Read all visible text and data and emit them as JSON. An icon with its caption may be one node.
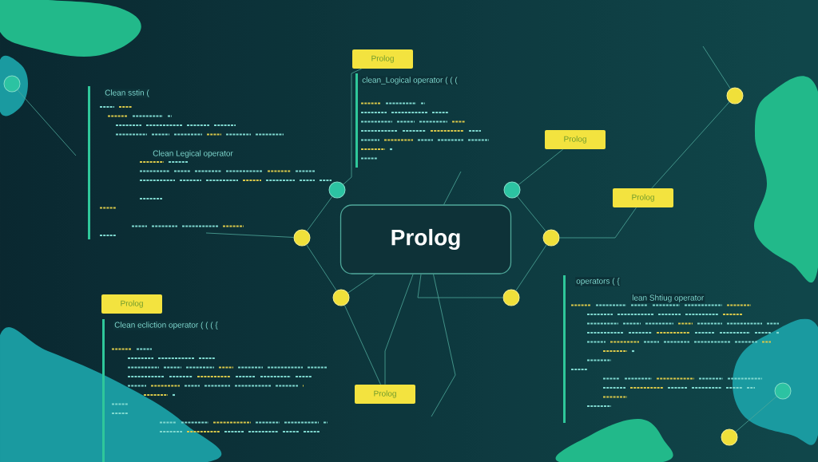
{
  "diagram": {
    "nodes": [
      {
        "text": [
          "Prolog"
        ]
      },
      {
        "text": [
          "Prolog"
        ]
      },
      {
        "text": [
          "Prolog"
        ]
      },
      {
        "text": [
          "Prolog"
        ]
      },
      {
        "text": [
          "Prolog"
        ]
      },
      {
        "text": [
          "Prolog"
        ]
      },
      {
        "text": [],
        "shape": "circle"
      },
      {
        "text": [],
        "shape": "circle"
      },
      {
        "text": [],
        "shape": "circle"
      },
      {
        "text": [],
        "shape": "circle"
      },
      {
        "text": [],
        "shape": "circle"
      },
      {
        "text": [],
        "shape": "circle"
      },
      {
        "text": [],
        "shape": "circle"
      },
      {
        "text": [],
        "shape": "circle"
      },
      {
        "text": [],
        "shape": "circle"
      },
      {
        "text": [],
        "shape": "circle"
      }
    ],
    "edges": [
      {
        "from": 8,
        "to": 1,
        "arrow": "none"
      },
      {
        "from": 8,
        "to": 7,
        "arrow": "none"
      },
      {
        "from": 7,
        "to": 9,
        "arrow": "none"
      },
      {
        "from": 9,
        "to": 0,
        "arrow": "none"
      },
      {
        "from": 11,
        "to": 12,
        "arrow": "none"
      },
      {
        "from": 12,
        "to": 10,
        "arrow": "none"
      },
      {
        "from": 10,
        "to": 0,
        "arrow": "none"
      },
      {
        "from": 11,
        "to": 2,
        "arrow": "none"
      },
      {
        "from": 12,
        "to": 3,
        "arrow": "none"
      },
      {
        "from": 0,
        "to": 5,
        "arrow": "none"
      },
      {
        "from": 9,
        "to": 5,
        "arrow": "none"
      },
      {
        "from": 14,
        "to": 3,
        "arrow": "none"
      },
      {
        "from": 13,
        "to": 15,
        "arrow": "none"
      },
      {
        "from": 6,
        "to": null,
        "arrow": "none"
      },
      {
        "from": 7,
        "to": null,
        "arrow": "none"
      },
      {
        "from": 0,
        "to": null,
        "arrow": "none"
      },
      {
        "from": 0,
        "to": null,
        "arrow": "none"
      },
      {
        "from": 14,
        "to": null,
        "arrow": "none"
      }
    ],
    "labels": [
      "Clean sstin (",
      "Clean Legical operator",
      "clean_Logical operator ( ( (",
      "operators ( {",
      "lean Shtiug operator",
      "Clean ecliction operator ( ( ( {"
    ]
  }
}
